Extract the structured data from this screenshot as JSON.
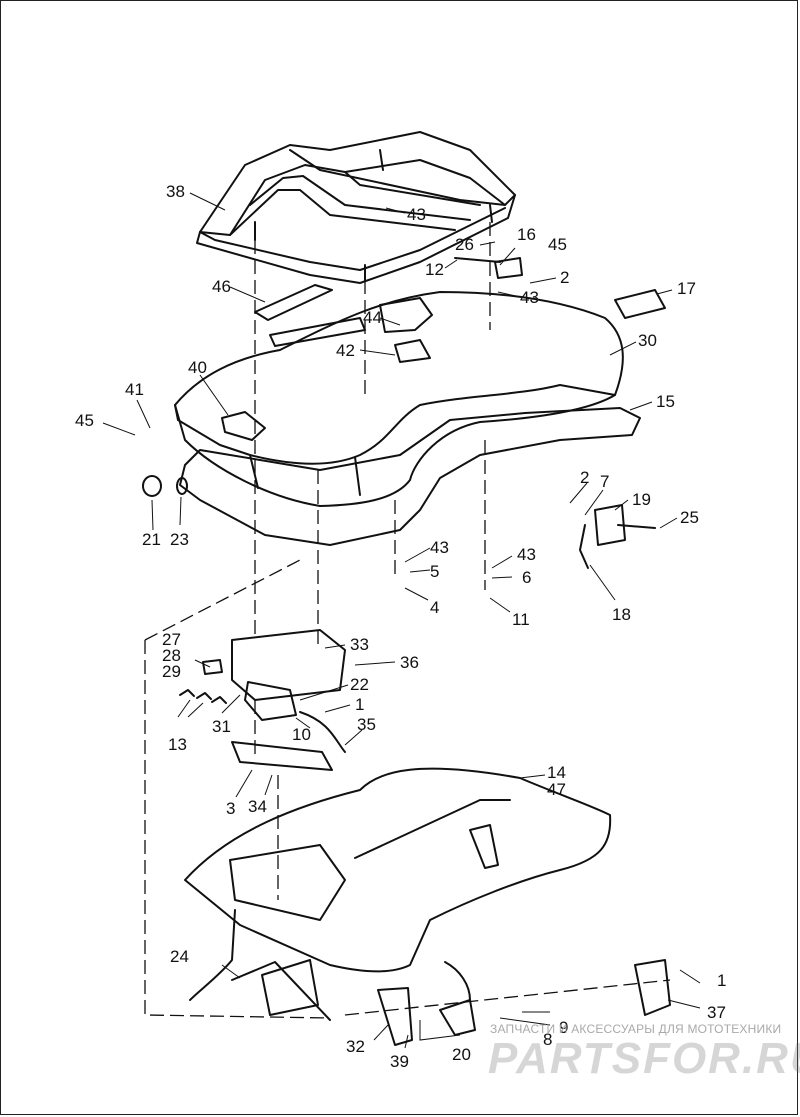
{
  "diagram": {
    "callouts": [
      "1",
      "1",
      "2",
      "2",
      "3",
      "4",
      "5",
      "6",
      "7",
      "8",
      "9",
      "10",
      "11",
      "12",
      "13",
      "14",
      "15",
      "16",
      "17",
      "18",
      "19",
      "20",
      "21",
      "22",
      "23",
      "24",
      "25",
      "26",
      "27",
      "28",
      "29",
      "30",
      "31",
      "32",
      "33",
      "34",
      "35",
      "36",
      "37",
      "38",
      "39",
      "40",
      "41",
      "42",
      "43",
      "43",
      "43",
      "43",
      "44",
      "45",
      "45",
      "46",
      "47"
    ]
  },
  "watermark": {
    "caption": "ЗАПЧАСТИ И АКСЕССУАРЫ ДЛЯ МОТОТЕХНИКИ",
    "brand_a": "PARTS",
    "brand_b": "FOR.RU",
    "color": "#d42a3c"
  }
}
